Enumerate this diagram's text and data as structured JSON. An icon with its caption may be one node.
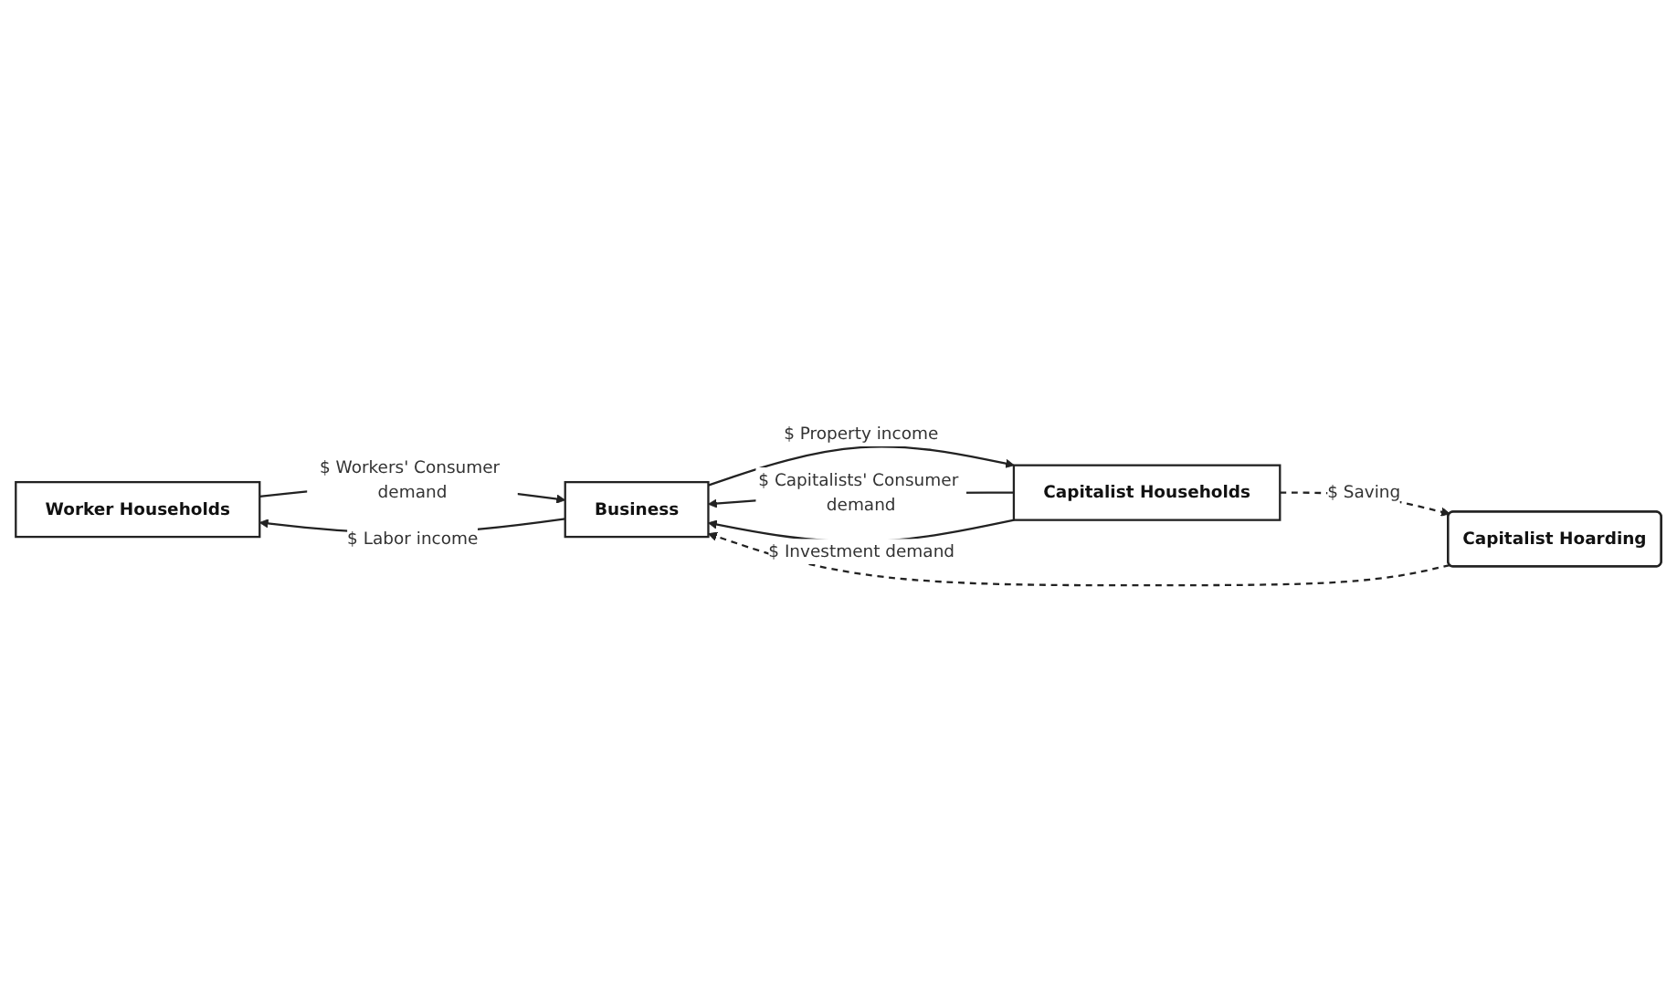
{
  "diagram": {
    "nodes": [
      {
        "text": [
          "Worker Households"
        ]
      },
      {
        "text": [
          "Capitalist Households"
        ]
      },
      {
        "text": [
          "Capitalist Hoarding"
        ]
      },
      {
        "text": [
          "Business"
        ]
      }
    ],
    "edges": [
      {
        "from": 0,
        "to": 3,
        "arrow": "to",
        "label": "$ Workers' Consumer demand"
      },
      {
        "from": 1,
        "to": 3,
        "arrow": "to",
        "label": "$ Capitalists' Consumer demand"
      },
      {
        "from": 1,
        "to": 3,
        "arrow": "to",
        "label": "$ Investment demand"
      },
      {
        "from": 1,
        "to": 2,
        "arrow": "to",
        "label": "$ Saving",
        "style": "dashed"
      },
      {
        "from": 2,
        "to": 3,
        "arrow": "to",
        "style": "dashed"
      },
      {
        "from": 3,
        "to": 1,
        "arrow": "to",
        "label": "$ Property income"
      },
      {
        "from": 3,
        "to": 0,
        "arrow": "to",
        "label": "$ Labor income"
      }
    ]
  }
}
